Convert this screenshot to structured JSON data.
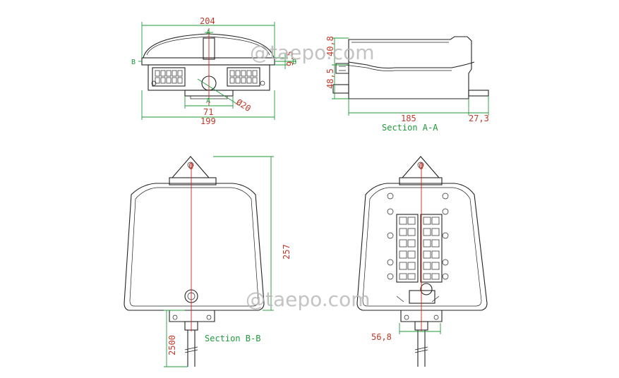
{
  "watermark": "@taepo.com",
  "top_view": {
    "dim_overall_width": "204",
    "dim_base_width": "199",
    "dim_inner": "71",
    "dim_hole": "Ø20",
    "dim_height": "9.5",
    "section_mark": "A",
    "section_mark_side": "B"
  },
  "side_view": {
    "dim_upper": "40,8",
    "dim_lower": "48,5",
    "dim_length": "185",
    "dim_extra": "27,3",
    "caption": "Section A-A"
  },
  "front_view": {
    "dim_height": "257",
    "dim_cable": "2500",
    "caption": "Section B-B",
    "center_mark": "0"
  },
  "inside_view": {
    "dim_offset": "56,8",
    "center_mark": "0"
  }
}
